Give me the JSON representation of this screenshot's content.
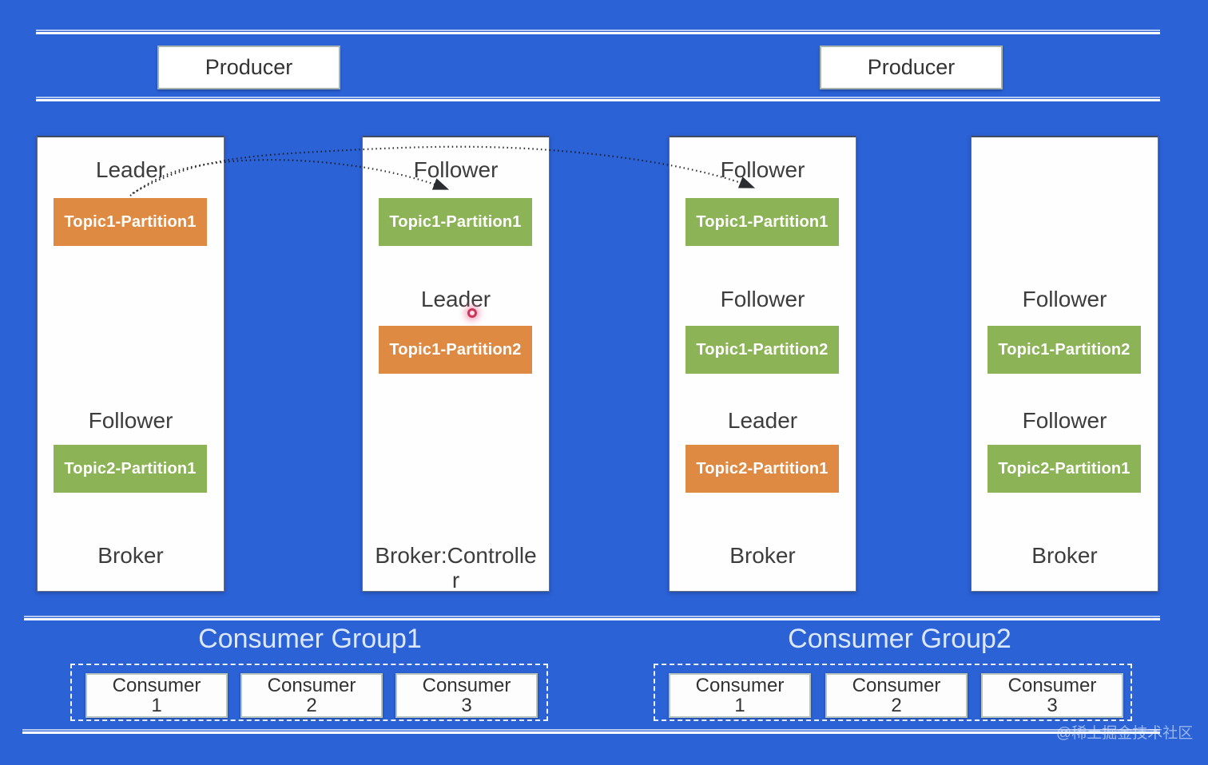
{
  "colors": {
    "background": "#2b62d6",
    "leader_partition": "#df8a42",
    "follower_partition": "#8cb456",
    "separator_line": "#ffffff",
    "broker_fill": "#fefefe",
    "group_title_text": "#dce7fb",
    "laser_dot": "#cf3558"
  },
  "producers": [
    {
      "label": "Producer"
    },
    {
      "label": "Producer"
    }
  ],
  "brokers": [
    {
      "footer": "Broker",
      "rows": [
        {
          "role": "Leader",
          "partition": "Topic1-Partition1",
          "kind": "leader"
        },
        {
          "role": "Follower",
          "partition": "Topic2-Partition1",
          "kind": "follower"
        }
      ]
    },
    {
      "footer": "Broker:Controller",
      "rows": [
        {
          "role": "Follower",
          "partition": "Topic1-Partition1",
          "kind": "follower"
        },
        {
          "role": "Leader",
          "partition": "Topic1-Partition2",
          "kind": "leader"
        }
      ]
    },
    {
      "footer": "Broker",
      "rows": [
        {
          "role": "Follower",
          "partition": "Topic1-Partition1",
          "kind": "follower"
        },
        {
          "role": "Follower",
          "partition": "Topic1-Partition2",
          "kind": "follower"
        },
        {
          "role": "Leader",
          "partition": "Topic2-Partition1",
          "kind": "leader"
        }
      ]
    },
    {
      "footer": "Broker",
      "rows": [
        {
          "role": "Follower",
          "partition": "Topic1-Partition2",
          "kind": "follower"
        },
        {
          "role": "Follower",
          "partition": "Topic2-Partition1",
          "kind": "follower"
        }
      ]
    }
  ],
  "consumer_groups": [
    {
      "title": "Consumer Group1",
      "consumers": [
        {
          "name": "Consumer",
          "number": "1"
        },
        {
          "name": "Consumer",
          "number": "2"
        },
        {
          "name": "Consumer",
          "number": "3"
        }
      ]
    },
    {
      "title": "Consumer Group2",
      "consumers": [
        {
          "name": "Consumer",
          "number": "1"
        },
        {
          "name": "Consumer",
          "number": "2"
        },
        {
          "name": "Consumer",
          "number": "3"
        }
      ]
    }
  ],
  "watermark": "@稀土掘金技术社区"
}
